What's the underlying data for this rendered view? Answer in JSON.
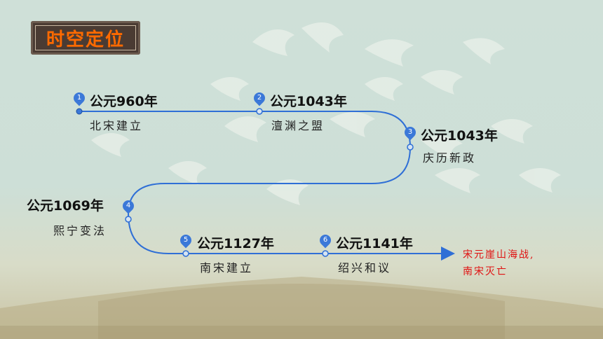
{
  "title": "时空定位",
  "nodes": [
    {
      "num": "1",
      "year": "公元960年",
      "event": "北宋建立"
    },
    {
      "num": "2",
      "year": "公元1043年",
      "event": "澶渊之盟"
    },
    {
      "num": "3",
      "year": "公元1043年",
      "event": "庆历新政"
    },
    {
      "num": "4",
      "year": "公元1069年",
      "event": "熙宁变法"
    },
    {
      "num": "5",
      "year": "公元1127年",
      "event": "南宋建立"
    },
    {
      "num": "6",
      "year": "公元1141年",
      "event": "绍兴和议"
    }
  ],
  "end_note": {
    "line1": "宋元崖山海战,",
    "line2": "南宋灭亡"
  },
  "colors": {
    "path": "#2f6fd6",
    "pin": "#3b78d8",
    "title": "#ff6a00",
    "end_note": "#e01010"
  },
  "icons": {
    "marker": "map-pin-icon",
    "end": "arrow-right-icon"
  }
}
